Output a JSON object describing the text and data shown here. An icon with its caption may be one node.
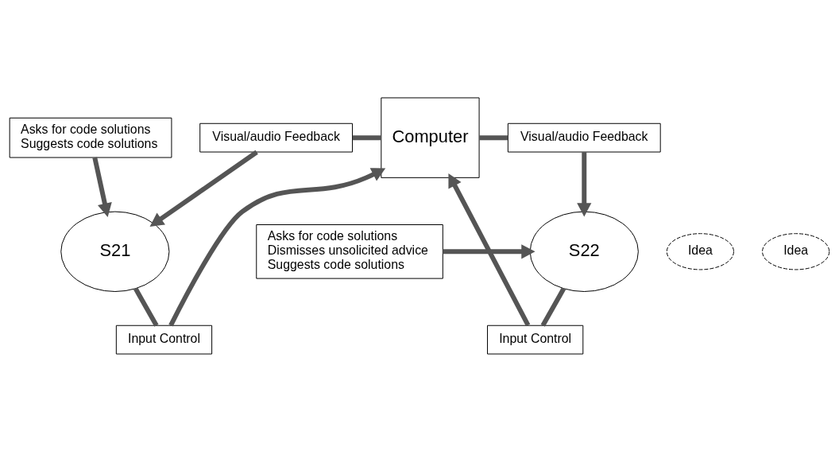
{
  "diagram": {
    "nodes": [
      {
        "text": [
          "Visual/audio Feedback"
        ]
      },
      {
        "text": [
          "Computer"
        ]
      },
      {
        "text": [
          "Visual/audio Feedback"
        ]
      },
      {
        "text": [
          "Idea"
        ]
      },
      {
        "text": [
          "Input Control"
        ]
      },
      {
        "text": [
          "Input Control"
        ]
      },
      {
        "text": [
          "Idea"
        ]
      },
      {
        "text": [
          "S21"
        ]
      },
      {
        "text": [
          "Asks for code solutions",
          "Dismisses unsolicited advice",
          "Suggests code solutions"
        ]
      },
      {
        "text": [
          "S22"
        ]
      },
      {
        "text": [
          "Asks for code solutions",
          "Suggests code solutions"
        ]
      }
    ],
    "edges": [
      {
        "from": 0,
        "to": 1,
        "arrow": "none"
      },
      {
        "from": 1,
        "to": 2,
        "arrow": "none"
      },
      {
        "from": 0,
        "to": 7,
        "arrow": "to"
      },
      {
        "from": 2,
        "to": 9,
        "arrow": "to"
      },
      {
        "from": 7,
        "to": 4,
        "arrow": "none"
      },
      {
        "from": 4,
        "to": 1,
        "arrow": "to"
      },
      {
        "from": 9,
        "to": 5,
        "arrow": "none"
      },
      {
        "from": 5,
        "to": 1,
        "arrow": "to"
      },
      {
        "from": 8,
        "to": 9,
        "arrow": "to"
      },
      {
        "from": 10,
        "to": 7,
        "arrow": "to"
      }
    ]
  }
}
